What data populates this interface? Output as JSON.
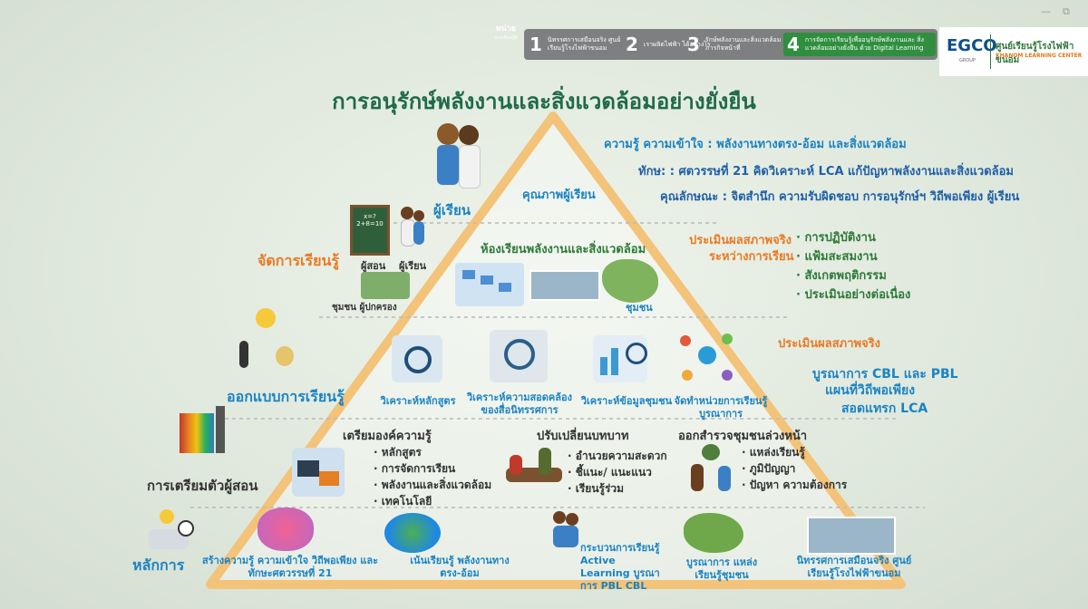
{
  "window": {
    "minimize": "—",
    "restore": "⧉"
  },
  "unit": {
    "label": "หน่วย",
    "sub": "การเรียนรู้ที่"
  },
  "steps": [
    {
      "num": "1",
      "text": "นิทรรศการเสมือนจริง ศูนย์เรียนรู้โรงไฟฟ้าขนอม"
    },
    {
      "num": "2",
      "text": "เราผลิตไฟฟ้า ได้อย่างไร"
    },
    {
      "num": "3",
      "text": "รักษ์พลังงานและสิ่งแวดล้อม เป็นภารกิจหน้าที่"
    },
    {
      "num": "4",
      "text": "การจัดการเรียนรู้เพื่ออนุรักษ์พลังงานและ สิ่งแวดล้อมอย่างยั่งยืน ด้วย Digital Learning"
    }
  ],
  "logo": {
    "brand": "EGCO",
    "group": "GROUP",
    "center_th": "ศูนย์เรียนรู้โรงไฟฟ้าขนอม",
    "center_en": "KHANOM LEARNING CENTER"
  },
  "title": "การอนุรักษ์พลังงานและสิ่งแวดล้อมอย่างยั่งยืน",
  "apex": {
    "student_label": "ผู้เรียน",
    "quality_label": "คุณภาพผู้เรียน",
    "knowledge": "ความรู้ ความเข้าใจ : พลังงานทางตรง-อ้อม และสิ่งแวดล้อม",
    "skills": "ทักษ: : ศตวรรษที่ 21 คิดวิเคราะห์ LCA แก้ปัญหาพลังงานและสิ่งแวดล้อม",
    "traits": "คุณลักษณะ : จิตสำนึก ความรับผิดชอบ การอนุรักษ์ฯ วิถีพอเพียง ผู้เรียน"
  },
  "manage": {
    "label": "จัดการเรียนรู้",
    "teacher": "ผู้สอน",
    "learner": "ผู้เรียน",
    "community": "ชุมชน ผู้ปกครอง",
    "board": "x=? 2+8=10"
  },
  "classroom": {
    "title": "ห้องเรียนพลังงานและสิ่งแวดล้อม",
    "community_tag": "ชุมชน"
  },
  "assess_real": {
    "title_line1": "ประเมินผลสภาพจริง",
    "title_line2": "ระหว่างการเรียน",
    "items": [
      "การปฏิบัติงาน",
      "แฟ้มสะสมงาน",
      "สังเกตพฤติกรรม",
      "ประเมินอย่างต่อเนื่อง"
    ]
  },
  "design": {
    "label": "ออกแบบการเรียนรู้",
    "cards": [
      {
        "label": "วิเคราะห์หลักสูตร"
      },
      {
        "label": "วิเคราะห์ความสอดคล้อง ของสื่อนิทรรศการ"
      },
      {
        "label": "วิเคราะห์ข้อมูลชุมชน"
      },
      {
        "label": "จัดทำหน่วยการเรียนรู้ บูรณาการ"
      }
    ]
  },
  "assess2": {
    "title": "ประเมินผลสภาพจริง",
    "lines": [
      "บูรณาการ CBL และ PBL",
      "แผนที่วิถีพอเพียง",
      "สอดแทรก LCA"
    ]
  },
  "prep": {
    "label": "การเตรียมตัวผู้สอน",
    "knowledge_title": "เตรียมองค์ความรู้",
    "knowledge_items": [
      "หลักสูตร",
      "การจัดการเรียน",
      "พลังงานและสิ่งแวดล้อม",
      "เทคโนโลยี"
    ],
    "role_title": "ปรับเปลี่ยนบทบาท",
    "role_items": [
      "อำนวยความสะดวก",
      "ชี้แนะ/ แนะแนว",
      "เรียนรู้ร่วม"
    ],
    "survey_title": "ออกสำรวจชุมชนล่วงหน้า",
    "survey_items": [
      "แหล่งเรียนรู้",
      "ภูมิปัญญา",
      "ปัญหา ความต้องการ"
    ]
  },
  "principles": {
    "label": "หลักการ",
    "items": [
      {
        "text": "สร้างความรู้ ความเข้าใจ วิถีพอเพียง และทักษะศตวรรษที่ 21"
      },
      {
        "text": "เน้นเรียนรู้ พลังงานทางตรง-อ้อม"
      },
      {
        "text": "กระบวนการเรียนรู้ Active Learning บูรณาการ PBL CBL"
      },
      {
        "text": "บูรณาการ แหล่งเรียนรู้ชุมชน"
      },
      {
        "text": "นิทรรศการเสมือนจริง ศูนย์เรียนรู้โรงไฟฟ้าขนอม"
      }
    ]
  },
  "colors": {
    "triangle": "#f3c37a",
    "title": "#1f6b45",
    "orange": "#e97a24",
    "blue": "#1b83c3",
    "green": "#2e7a3a"
  }
}
